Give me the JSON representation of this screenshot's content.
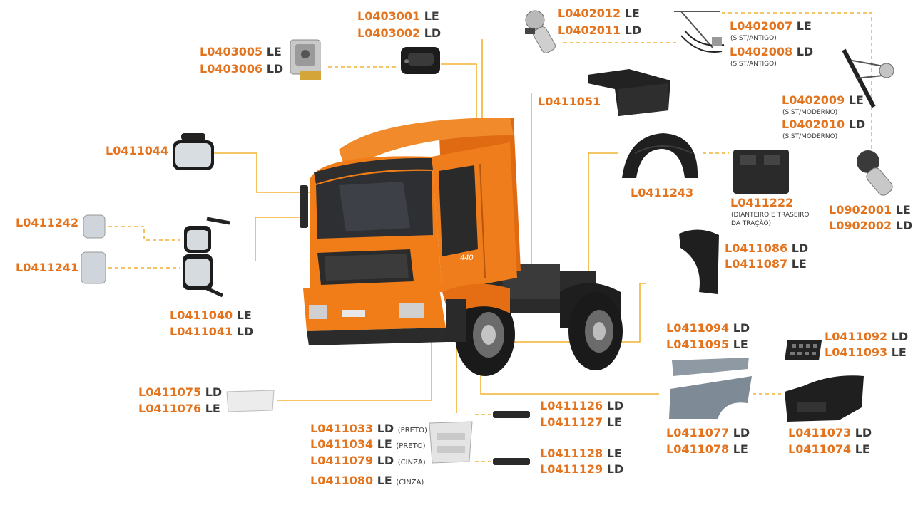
{
  "colors": {
    "accent": "#e4731e",
    "text": "#3a3a3a",
    "line_solid": "#f2b233",
    "line_dash": "#f2b233"
  },
  "labels": {
    "l0403001": {
      "code": "L0403001",
      "side": "LE"
    },
    "l0403002": {
      "code": "L0403002",
      "side": "LD"
    },
    "l0403005": {
      "code": "L0403005",
      "side": "LE"
    },
    "l0403006": {
      "code": "L0403006",
      "side": "LD"
    },
    "l0402012": {
      "code": "L0402012",
      "side": "LE"
    },
    "l0402011": {
      "code": "L0402011",
      "side": "LD"
    },
    "l0402007": {
      "code": "L0402007",
      "side": "LE",
      "sub": "(SIST/ANTIGO)"
    },
    "l0402008": {
      "code": "L0402008",
      "side": "LD",
      "sub": "(SIST/ANTIGO)"
    },
    "l0402009": {
      "code": "L0402009",
      "side": "LE",
      "sub": "(SIST/MODERNO)"
    },
    "l0402010": {
      "code": "L0402010",
      "side": "LD",
      "sub": "(SIST/MODERNO)"
    },
    "l0411051": {
      "code": "L0411051"
    },
    "l0411044": {
      "code": "L0411044"
    },
    "l0411243": {
      "code": "L0411243"
    },
    "l0411222": {
      "code": "L0411222",
      "sub1": "(DIANTEIRO E TRASEIRO",
      "sub2": "DA TRAÇÃO)"
    },
    "l0902001": {
      "code": "L0902001",
      "side": "LE"
    },
    "l0902002": {
      "code": "L0902002",
      "side": "LD"
    },
    "l0411242": {
      "code": "L0411242"
    },
    "l0411241": {
      "code": "L0411241"
    },
    "l0411086": {
      "code": "L0411086",
      "side": "LD"
    },
    "l0411087": {
      "code": "L0411087",
      "side": "LE"
    },
    "l0411040": {
      "code": "L0411040",
      "side": "LE"
    },
    "l0411041": {
      "code": "L0411041",
      "side": "LD"
    },
    "l0411094": {
      "code": "L0411094",
      "side": "LD"
    },
    "l0411095": {
      "code": "L0411095",
      "side": "LE"
    },
    "l0411092": {
      "code": "L0411092",
      "side": "LD"
    },
    "l0411093": {
      "code": "L0411093",
      "side": "LE"
    },
    "l0411075": {
      "code": "L0411075",
      "side": "LD"
    },
    "l0411076": {
      "code": "L0411076",
      "side": "LE"
    },
    "l0411126": {
      "code": "L0411126",
      "side": "LD"
    },
    "l0411127": {
      "code": "L0411127",
      "side": "LE"
    },
    "l0411033": {
      "code": "L0411033",
      "side": "LD",
      "note": "(PRETO)"
    },
    "l0411034": {
      "code": "L0411034",
      "side": "LE",
      "note": "(PRETO)"
    },
    "l0411079": {
      "code": "L0411079",
      "side": "LD",
      "note": "(CINZA)"
    },
    "l0411080": {
      "code": "L0411080",
      "side": "LE",
      "note": "(CINZA)"
    },
    "l0411128": {
      "code": "L0411128",
      "side": "LE"
    },
    "l0411129": {
      "code": "L0411129",
      "side": "LD"
    },
    "l0411077": {
      "code": "L0411077",
      "side": "LD"
    },
    "l0411078": {
      "code": "L0411078",
      "side": "LE"
    },
    "l0411073": {
      "code": "L0411073",
      "side": "LD"
    },
    "l0411074": {
      "code": "L0411074",
      "side": "LE"
    }
  },
  "truck": {
    "badge": "440"
  }
}
